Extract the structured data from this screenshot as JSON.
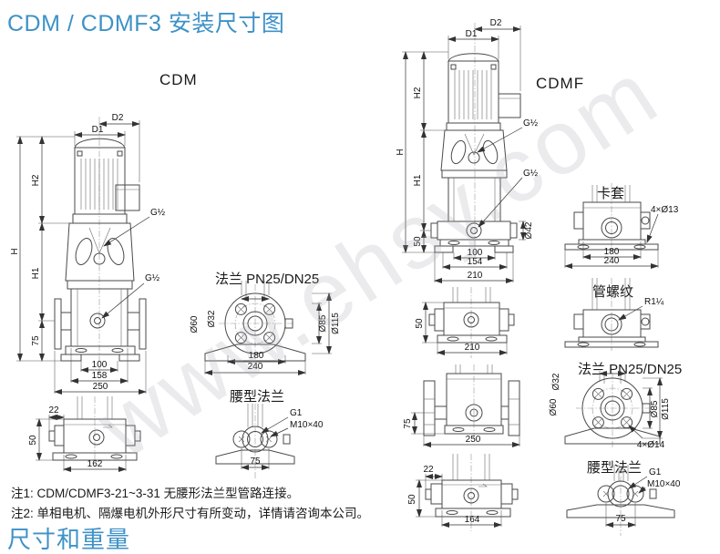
{
  "page": {
    "title": "CDM / CDMF3 安装尺寸图",
    "section_title": "尺寸和重量",
    "watermark": "www.ehsy.com"
  },
  "notes": [
    "注1: CDM/CDMF3-21~3-31 无腰形法兰型管路连接。",
    "注2: 单相电机、隔爆电机外形尺寸有所变动，详情请咨询本公司。"
  ],
  "cdm": {
    "label": "CDM",
    "dim_d1": "D1",
    "dim_d2": "D2",
    "dim_h": "H",
    "dim_h1": "H1",
    "dim_h2": "H2",
    "dim_75": "75",
    "port_top": "G½",
    "port_side": "G½",
    "dim_100": "100",
    "dim_158": "158",
    "dim_250": "250",
    "base": {
      "dim_22": "22",
      "dim_50": "50",
      "dim_162": "162"
    }
  },
  "cdmf": {
    "label": "CDMF",
    "dim_d1": "D1",
    "dim_d2": "D2",
    "dim_h": "H",
    "dim_h1": "H1",
    "dim_h2": "H2",
    "dim_50": "50",
    "port_top": "G½",
    "port_side": "G½",
    "dim_o42": "Ø42",
    "dim_100": "100",
    "dim_154": "154",
    "dim_210": "210",
    "clamp_variant": {
      "dim_50": "50",
      "dim_210": "210"
    },
    "flange_variant": {
      "dim_75": "75",
      "dim_250": "250"
    },
    "waist_variant": {
      "dim_22": "22",
      "dim_50": "50",
      "dim_164": "164"
    }
  },
  "flange_left": {
    "title": "法兰 PN25/DN25",
    "dim_o32": "Ø32",
    "dim_o60": "Ø60",
    "dim_o85": "Ø85",
    "dim_o115": "Ø115",
    "dim_180": "180",
    "dim_240": "240"
  },
  "waist_left": {
    "title": "腰型法兰",
    "thread": "G1",
    "bolt": "M10×40",
    "dim_75": "75"
  },
  "clamp_sleeve": {
    "title": "卡套",
    "holes": "4×Ø13",
    "dim_180": "180",
    "dim_240": "240"
  },
  "pipe_thread": {
    "title": "管螺纹",
    "thread": "R1¼"
  },
  "flange_right": {
    "title": "法兰 PN25/DN25",
    "dim_o32": "Ø32",
    "dim_o60": "Ø60",
    "dim_o85": "Ø85",
    "dim_o115": "Ø115",
    "holes": "4×Ø14"
  },
  "waist_right": {
    "title": "腰型法兰",
    "thread": "G1",
    "bolt": "M10×40",
    "dim_75": "75"
  },
  "colors": {
    "accent": "#3e92c7"
  }
}
